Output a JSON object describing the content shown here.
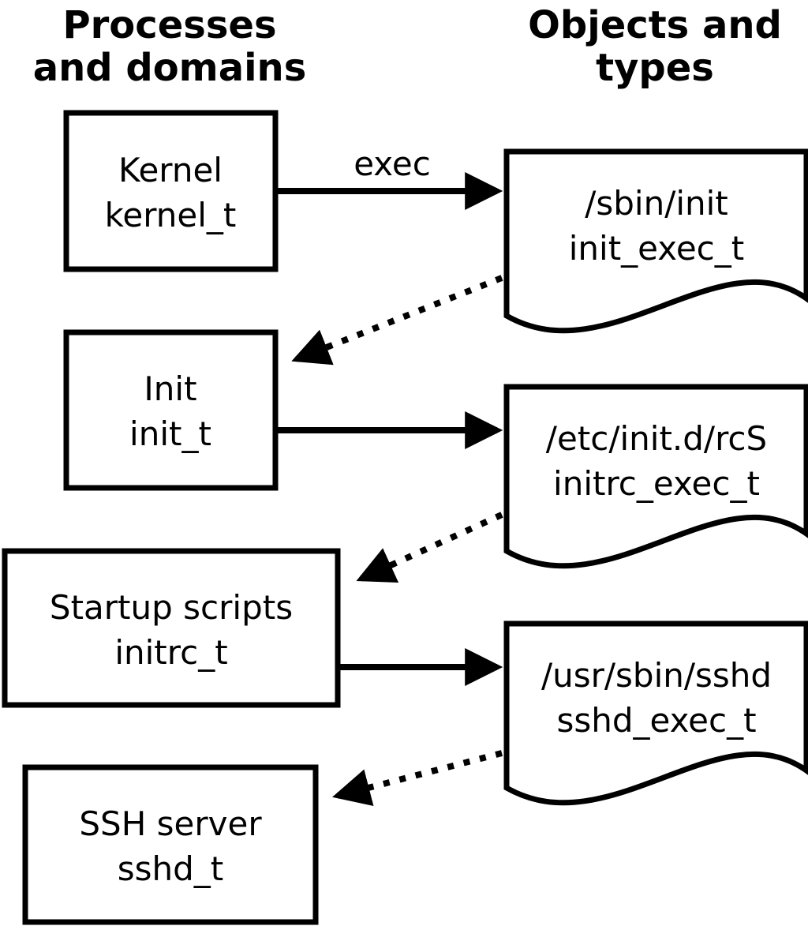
{
  "headers": {
    "left": {
      "line1": "Processes",
      "line2": "and domains"
    },
    "right": {
      "line1": "Objects and",
      "line2": "types"
    }
  },
  "processes": [
    {
      "name": "Kernel",
      "domain": "kernel_t"
    },
    {
      "name": "Init",
      "domain": "init_t"
    },
    {
      "name": "Startup scripts",
      "domain": "initrc_t"
    },
    {
      "name": "SSH server",
      "domain": "sshd_t"
    }
  ],
  "objects": [
    {
      "path": "/sbin/init",
      "type": "init_exec_t"
    },
    {
      "path": "/etc/init.d/rcS",
      "type": "initrc_exec_t"
    },
    {
      "path": "/usr/sbin/sshd",
      "type": "sshd_exec_t"
    }
  ],
  "arrows": {
    "exec_label": "exec"
  },
  "colors": {
    "stroke": "#000000",
    "fill": "#ffffff"
  }
}
